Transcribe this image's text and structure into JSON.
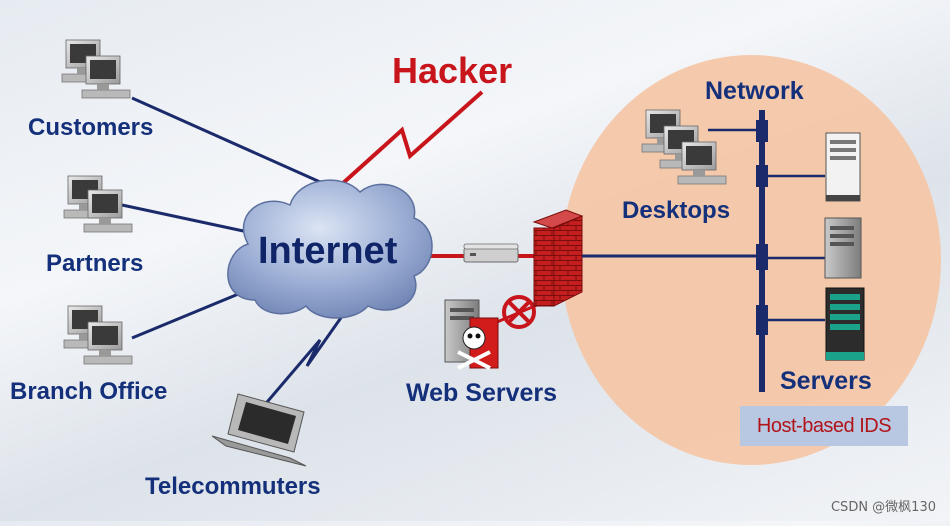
{
  "labels": {
    "customers": "Customers",
    "partners": "Partners",
    "branch_office": "Branch Office",
    "telecommuters": "Telecommuters",
    "internet": "Internet",
    "hacker": "Hacker",
    "web_servers": "Web Servers",
    "network": "Network",
    "desktops": "Desktops",
    "servers": "Servers",
    "host_ids": "Host-based IDS"
  },
  "watermark": "CSDN @微枫130",
  "colors": {
    "line_blue": "#1a2a6b",
    "hacker_red": "#c8141b",
    "network_zone": "#f5c6a5",
    "cloud": "#8fa4cc",
    "firewall": "#c41f1f"
  }
}
